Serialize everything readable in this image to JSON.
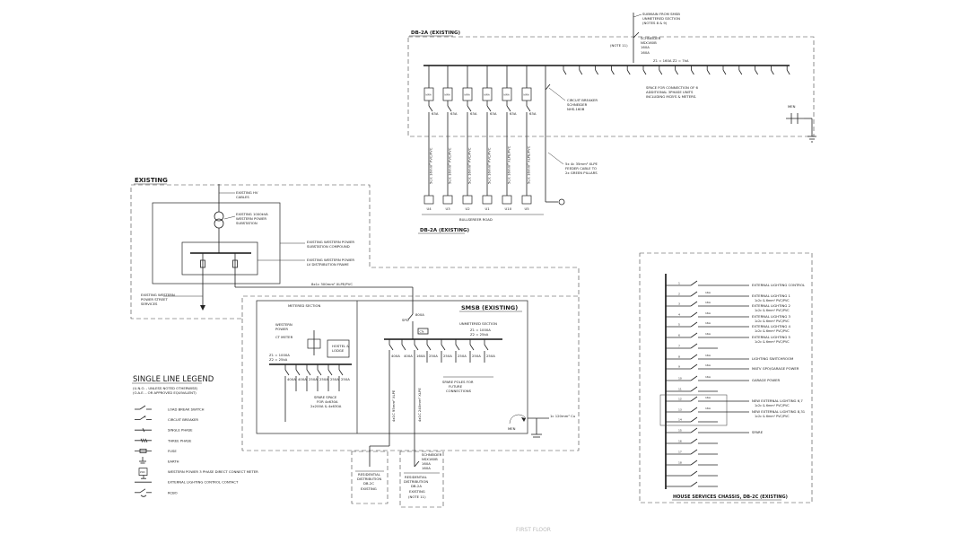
{
  "db2a": {
    "title": "DB-2A (EXISTING)",
    "caption": "DB-2A (EXISTING)",
    "submain_note": [
      "SUBMAIN FROM SMSB",
      "UNMETERED SECTION",
      "(NOTES 8 & 9)"
    ],
    "note_ref": "(NOTE 11)",
    "main_switch": [
      "SCHNEIDER",
      "NSX160B",
      "160A"
    ],
    "main_switch_extra": "160A",
    "bus_rating": "Z1 = 160A  Z2 = 7kA",
    "spare_note": [
      "SPACE FOR CONNECTION OF 6",
      "ADDITIONAL 3PHASE UNITS",
      "INCLUDING MCB'S & METERS."
    ],
    "cb_note": [
      "CIRCUIT BREAKER",
      "SCHNEIDER",
      "NHS-160B"
    ],
    "feeder_note": [
      "5x 4c 35mm² XLPE",
      "FEEDER CABLE TO",
      "2x GREEN PILLARS"
    ],
    "road": "BULLSEREER ROAD",
    "men": "MEN",
    "unit_labels": [
      "U4",
      "U3",
      "U2",
      "U1",
      "U10",
      "U5"
    ],
    "cable_labels": [
      "5c/c 16mm² PVC/PVC",
      "5c/c 16mm² PVC/PVC",
      "5c/c 16mm² PVC/PVC",
      "5c/c 16mm² PVC/PVC",
      "5c/c 16mm² XLPE/PVC",
      "5c/c 16mm² XLPE/PVC"
    ],
    "breaker_rating": "63A",
    "meter_label": "kWh"
  },
  "existing": {
    "title": "EXISTING",
    "hv_note": [
      "EXISTING HV",
      "CABLES"
    ],
    "substation_note": [
      "EXISTING 1000kVA",
      "WESTERN POWER",
      "SUBSTATION"
    ],
    "compound_note": [
      "EXISTING WESTERN POWER",
      "SUBSTATION COMPOUND"
    ],
    "lv_note": [
      "EXISTING WESTERN POWER",
      "LV DISTRIBUTION FRAME"
    ],
    "street_note": [
      "EXISTING WESTERN",
      "POWER STREET",
      "SERVICES"
    ]
  },
  "smsb": {
    "title": "SMSB (EXISTING)",
    "supply_cable": "8x1c 300mm² XLPE/PVC",
    "metered_title": "METERED SECTION",
    "metered_power": [
      "WESTERN",
      "POWER"
    ],
    "ct_meter": "CT METER",
    "hostel": [
      "HOSTEL &",
      "LODGE"
    ],
    "z_metered": [
      "Z1 = 1000A",
      "Z2 = 25kA"
    ],
    "spare_space": [
      "SPARE SPACE",
      "FOR 4x630A",
      "2x200A & 4x630A"
    ],
    "main_switch": "SPD",
    "main_rating": "800A",
    "unmetered_title": "UNMETERED SECTION",
    "z_unmetered": [
      "Z1 = 1000A",
      "Z2 = 25kA"
    ],
    "spare_poles": [
      "SPARE POLES FOR",
      "FUTURE",
      "CONNECTIONS"
    ],
    "feeder_left": "4x1C 95mm² XLPE",
    "feeder_right": "4x1C 240mm² XLPE",
    "earth_cable": "1c 120mm² Cu",
    "men": "MEN",
    "breaker_small": "250A",
    "breaker_mid": "400A",
    "breaker_main": "160A",
    "ct_label": "CTs"
  },
  "dist": {
    "left": [
      "RESIDENTIAL",
      "DISTRIBUTION",
      "DB-2C",
      "EXISTING"
    ],
    "right_switch": [
      "SCHNEIDER",
      "NSX160B",
      "160A",
      "160A"
    ],
    "right": [
      "RESIDENTIAL",
      "DISTRIBUTION",
      "DB-2A",
      "EXISTING",
      "(NOTE 11)"
    ]
  },
  "legend": {
    "title": "SINGLE LINE LEGEND",
    "subtitle": [
      "(U.N.O. - UNLESS NOTED OTHERWISE)",
      "(O.A.E. - OR APPROVED EQUIVALENT)"
    ],
    "items": [
      "LOAD BREAK SWITCH",
      "CIRCUIT BREAKER",
      "SINGLE PHASE",
      "THREE PHASE",
      "FUSE",
      "EARTH",
      "WESTERN POWER 3 PHASE DIRECT CONNECT METER",
      "EXTERNAL LIGHTING CONTROL CONTACT",
      "RCBO"
    ]
  },
  "db2c": {
    "caption": "HOUSE SERVICES CHASSIS, DB-2C (EXISTING)",
    "circuits": [
      "EXTERNAL LIGHTING CONTROL",
      "EXTERNAL LIGHTING 1",
      "EXTERNAL LIGHTING 2",
      "EXTERNAL LIGHTING 3",
      "EXTERNAL LIGHTING 4",
      "EXTERNAL LIGHTING 5",
      "LIGHTING SWITCHROOM",
      "MATV GPO/GARAGE POWER",
      "GARAGE POWER",
      "NEW EXTERNAL LIGHTING 6,7",
      "NEW EXTERNAL LIGHTING 8,31",
      "SPARE"
    ],
    "cable_sub": "1c2c & 6mm² PVC/PVC",
    "circuit_numbers": [
      "1",
      "2",
      "3",
      "4",
      "5",
      "6",
      "7",
      "8",
      "9",
      "10",
      "11",
      "12",
      "13",
      "14",
      "15",
      "16",
      "17",
      "18"
    ],
    "rating_label": "16A"
  },
  "footer": "FIRST FLOOR"
}
